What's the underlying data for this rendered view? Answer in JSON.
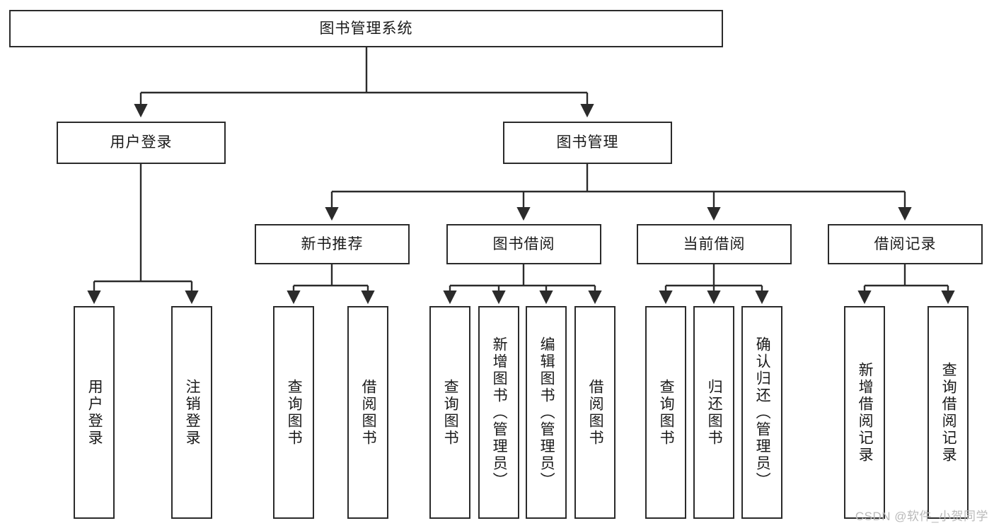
{
  "diagram": {
    "title": "图书管理系统",
    "type": "hierarchy-tree",
    "watermark": "CSDN @软件_小贺同学",
    "colors": {
      "box_border": "#2b2b2b",
      "box_fill": "#ffffff",
      "edge": "#2b2b2b",
      "text": "#1a1a1a",
      "watermark": "#b9b9b9"
    }
  },
  "nodes": {
    "root": {
      "label": "图书管理系统"
    },
    "level2": [
      {
        "id": "user-login",
        "label": "用户登录"
      },
      {
        "id": "book-manage",
        "label": "图书管理"
      }
    ],
    "level3": [
      {
        "id": "new-book-recommend",
        "label": "新书推荐"
      },
      {
        "id": "book-borrow",
        "label": "图书借阅"
      },
      {
        "id": "current-borrow",
        "label": "当前借阅"
      },
      {
        "id": "borrow-record",
        "label": "借阅记录"
      }
    ],
    "leaves": {
      "user-login": [
        {
          "id": "leaf-user-login",
          "label": "用户登录"
        },
        {
          "id": "leaf-logout-login",
          "label": "注销登录"
        }
      ],
      "new-book-recommend": [
        {
          "id": "leaf-query-book-1",
          "label": "查询图书"
        },
        {
          "id": "leaf-borrow-book-1",
          "label": "借阅图书"
        }
      ],
      "book-borrow": [
        {
          "id": "leaf-query-book-2",
          "label": "查询图书"
        },
        {
          "id": "leaf-add-book",
          "label": "新增图书（管理员）"
        },
        {
          "id": "leaf-edit-book",
          "label": "编辑图书（管理员）"
        },
        {
          "id": "leaf-borrow-book-2",
          "label": "借阅图书"
        }
      ],
      "current-borrow": [
        {
          "id": "leaf-query-book-3",
          "label": "查询图书"
        },
        {
          "id": "leaf-return-book",
          "label": "归还图书"
        },
        {
          "id": "leaf-confirm-return",
          "label": "确认归还（管理员）"
        }
      ],
      "borrow-record": [
        {
          "id": "leaf-add-record",
          "label": "新增借阅记录"
        },
        {
          "id": "leaf-query-record",
          "label": "查询借阅记录"
        }
      ]
    }
  }
}
